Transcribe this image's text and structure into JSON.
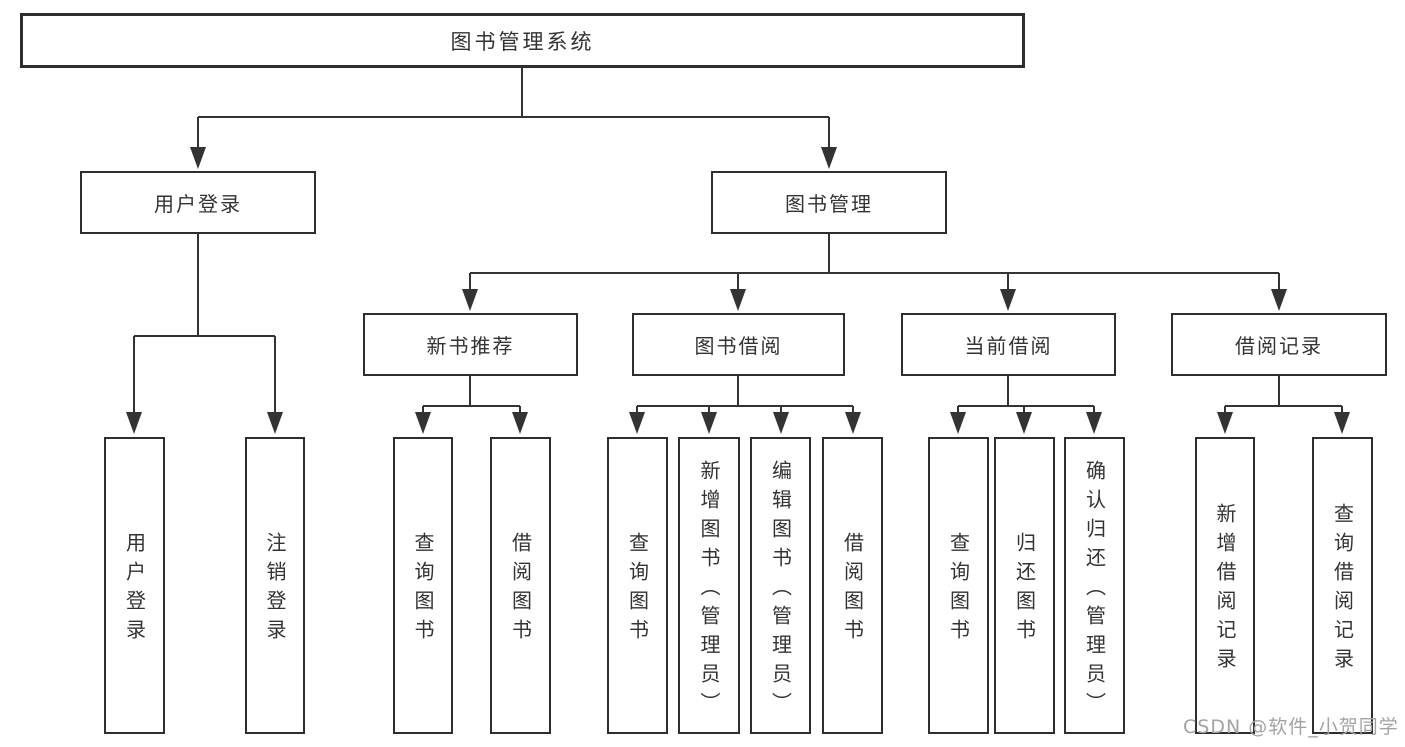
{
  "watermark": "CSDN @软件_小贺同学",
  "colors": {
    "line": "#333333",
    "box_border": "#2e2e2e",
    "text": "#333333",
    "watermark": "#a3a3a3",
    "background": "#ffffff"
  },
  "tree": {
    "root": {
      "label": "图书管理系统"
    },
    "branches": [
      {
        "label": "用户登录",
        "children": [
          {
            "label": "用户登录"
          },
          {
            "label": "注销登录"
          }
        ]
      },
      {
        "label": "图书管理",
        "children": [
          {
            "label": "新书推荐",
            "children": [
              {
                "label": "查询图书"
              },
              {
                "label": "借阅图书"
              }
            ]
          },
          {
            "label": "图书借阅",
            "children": [
              {
                "label": "查询图书"
              },
              {
                "label": "新增图书（管理员）"
              },
              {
                "label": "编辑图书（管理员）"
              },
              {
                "label": "借阅图书"
              }
            ]
          },
          {
            "label": "当前借阅",
            "children": [
              {
                "label": "查询图书"
              },
              {
                "label": "归还图书"
              },
              {
                "label": "确认归还（管理员）"
              }
            ]
          },
          {
            "label": "借阅记录",
            "children": [
              {
                "label": "新增借阅记录"
              },
              {
                "label": "查询借阅记录"
              }
            ]
          }
        ]
      }
    ]
  }
}
